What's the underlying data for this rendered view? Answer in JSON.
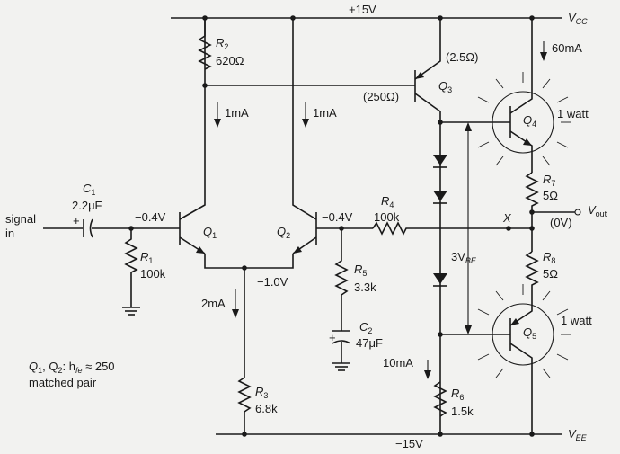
{
  "rails": {
    "vcc_label": "V",
    "vcc_sub": "CC",
    "vcc_voltage": "+15V",
    "vee_label": "V",
    "vee_sub": "EE",
    "vee_voltage": "−15V"
  },
  "input": {
    "line1": "signal",
    "line2": "in"
  },
  "C1": {
    "name": "C",
    "sub": "1",
    "value": "2.2μF",
    "plus": "+"
  },
  "C2": {
    "name": "C",
    "sub": "2",
    "value": "47μF",
    "plus": "+"
  },
  "R1": {
    "name": "R",
    "sub": "1",
    "value": "100k"
  },
  "R2": {
    "name": "R",
    "sub": "2",
    "value": "620Ω"
  },
  "R3": {
    "name": "R",
    "sub": "3",
    "value": "6.8k"
  },
  "R4": {
    "name": "R",
    "sub": "4",
    "value": "100k"
  },
  "R5": {
    "name": "R",
    "sub": "5",
    "value": "3.3k"
  },
  "R6": {
    "name": "R",
    "sub": "6",
    "value": "1.5k"
  },
  "R7": {
    "name": "R",
    "sub": "7",
    "value": "5Ω"
  },
  "R8": {
    "name": "R",
    "sub": "8",
    "value": "5Ω"
  },
  "Q1": {
    "name": "Q",
    "sub": "1"
  },
  "Q2": {
    "name": "Q",
    "sub": "2"
  },
  "Q3": {
    "name": "Q",
    "sub": "3",
    "emitter_r": "(2.5Ω)",
    "base_r": "(250Ω)"
  },
  "Q4": {
    "name": "Q",
    "sub": "4",
    "power": "1 watt"
  },
  "Q5": {
    "name": "Q",
    "sub": "5",
    "power": "1 watt"
  },
  "voltages": {
    "q1_base": "−0.4V",
    "q2_base": "−0.4V",
    "emitters": "−1.0V"
  },
  "currents": {
    "q1": "1mA",
    "q2": "1mA",
    "tail": "2mA",
    "driver": "10mA",
    "output": "60mA"
  },
  "bias": {
    "value": "3V",
    "sub": "BE"
  },
  "output": {
    "node": "X",
    "level": "(0V)",
    "label": "V",
    "sub": "out"
  },
  "note": {
    "line1_a": "Q",
    "line1_b": "1",
    "line1_c": ", Q",
    "line1_d": "2",
    "line1_e": ": h",
    "line1_f": "fe",
    "line1_g": " ≈ 250",
    "line2": "matched pair"
  }
}
